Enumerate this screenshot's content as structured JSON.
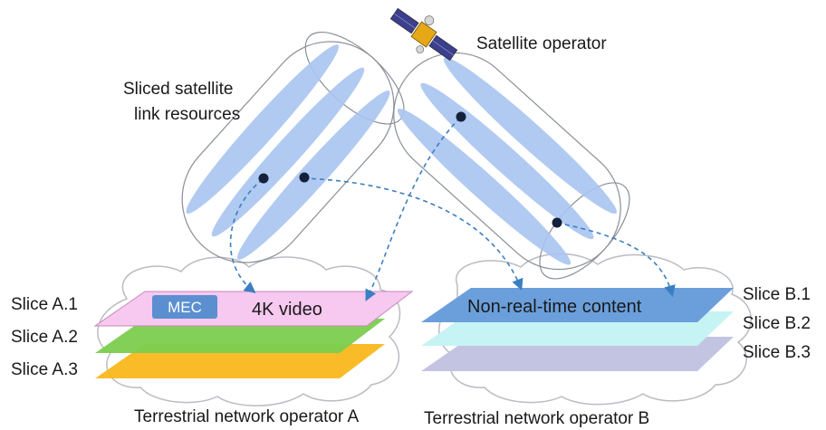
{
  "labels": {
    "satellite_operator": "Satellite operator",
    "sliced_resources_line1": "Sliced satellite",
    "sliced_resources_line2": "link resources",
    "operator_a": "Terrestrial network operator A",
    "operator_b": "Terrestrial network operator B"
  },
  "slices_a": [
    {
      "label": "Slice A.1",
      "color": "#f7c8f0"
    },
    {
      "label": "Slice A.2",
      "color": "#7ccd4f"
    },
    {
      "label": "Slice A.3",
      "color": "#f9b81c"
    }
  ],
  "slices_b": [
    {
      "label": "Slice B.1",
      "color": "#6b9fdc"
    },
    {
      "label": "Slice B.2",
      "color": "#c6f3f4"
    },
    {
      "label": "Slice B.3",
      "color": "#c3c4e2"
    }
  ],
  "boxes": {
    "mec": "MEC",
    "video": "4K video",
    "non_real_time": "Non-real-time content"
  },
  "colors": {
    "beam_fill": "#a9c4ef",
    "tube_stroke": "#8a8f96",
    "arrow": "#3a7fc1",
    "dot": "#14213d",
    "mec_fill": "#5b8fd0"
  }
}
